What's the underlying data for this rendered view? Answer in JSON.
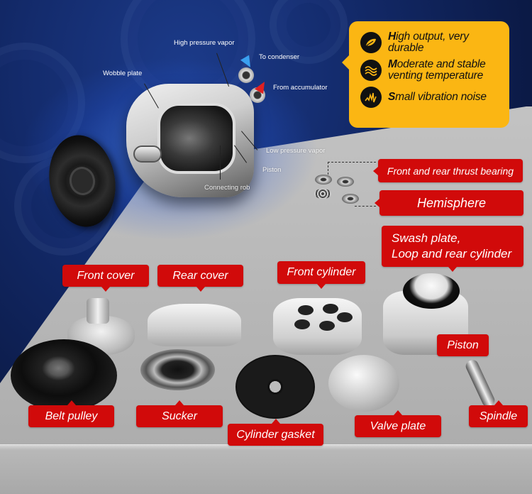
{
  "diagram": {
    "labels": {
      "high_pressure_vapor": "High pressure vapor",
      "to_condenser": "To condenser",
      "wobble_plate": "Wobble plate",
      "from_accumulator": "From accumulator",
      "low_pressure_vapor": "Low pressure vapor",
      "piston": "Piston",
      "connecting_rod": "Connecting rob"
    }
  },
  "features": {
    "items": [
      {
        "icon": "leaf-icon",
        "initial": "H",
        "rest": "igh output, very durable"
      },
      {
        "icon": "heat-waves-icon",
        "initial": "M",
        "rest": "oderate and stable venting temperature"
      },
      {
        "icon": "vibration-icon",
        "initial": "S",
        "rest": "mall vibration noise"
      }
    ],
    "colors": {
      "panel": "#fbb613",
      "icon_bg": "#111111"
    }
  },
  "parts": {
    "thrust_bearing": "Front and rear thrust bearing",
    "hemisphere": "Hemisphere",
    "swash_plate_line1": "Swash plate,",
    "swash_plate_line2": "Loop and rear cylinder",
    "front_cover": "Front cover",
    "rear_cover": "Rear cover",
    "front_cylinder": "Front cylinder",
    "piston": "Piston",
    "belt_pulley": "Belt pulley",
    "sucker": "Sucker",
    "cylinder_gasket": "Cylinder gasket",
    "valve_plate": "Valve plate",
    "spindle": "Spindle"
  },
  "colors": {
    "label_red": "#d10a0a",
    "background_blue": "#132a6a",
    "table_grey": "#bdbdbd"
  }
}
